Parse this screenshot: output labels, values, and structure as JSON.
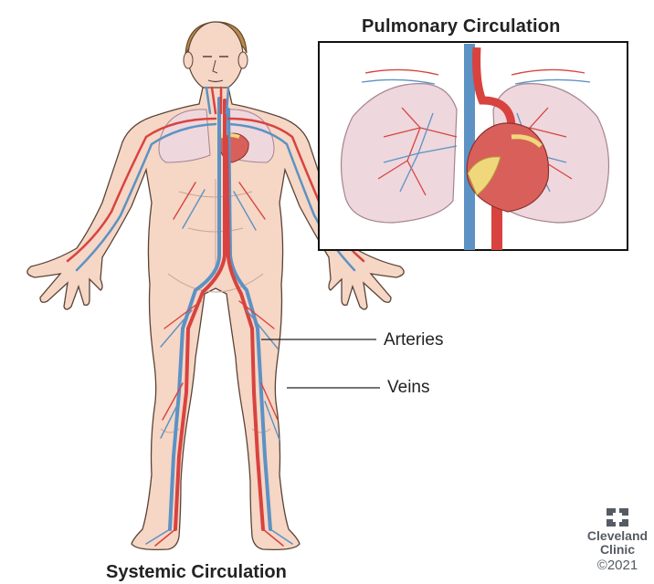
{
  "titles": {
    "pulmonary": "Pulmonary Circulation",
    "systemic": "Systemic Circulation"
  },
  "callouts": {
    "arteries": "Arteries",
    "veins": "Veins"
  },
  "branding": {
    "name_line1": "Cleveland",
    "name_line2": "Clinic",
    "copyright": "©2021",
    "logo_icon": "cleveland-clinic-cross-icon"
  },
  "colors": {
    "artery": "#d8433f",
    "vein": "#5c92c4",
    "skin": "#f6d6c5",
    "lung": "#eed7dd",
    "heart": "#d9605a",
    "fat": "#f0d77c"
  }
}
